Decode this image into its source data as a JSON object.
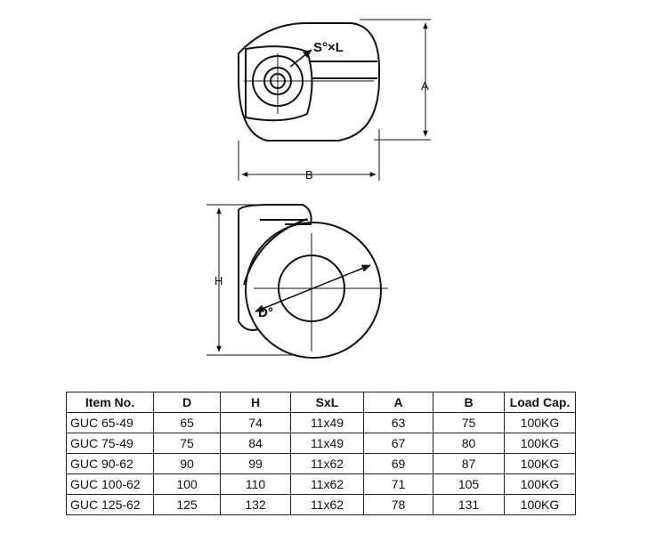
{
  "drawing": {
    "labels": {
      "shaft": "S°×L",
      "width_dim": "A",
      "length_dim": "B",
      "height_dim": "H",
      "diameter_dim": "D°"
    }
  },
  "table": {
    "headers": [
      "Item No.",
      "D",
      "H",
      "SxL",
      "A",
      "B",
      "Load Cap."
    ],
    "rows": [
      [
        "GUC 65-49",
        "65",
        "74",
        "11x49",
        "63",
        "75",
        "100KG"
      ],
      [
        "GUC 75-49",
        "75",
        "84",
        "11x49",
        "67",
        "80",
        "100KG"
      ],
      [
        "GUC 90-62",
        "90",
        "99",
        "11x62",
        "69",
        "87",
        "100KG"
      ],
      [
        "GUC 100-62",
        "100",
        "110",
        "11x62",
        "71",
        "105",
        "100KG"
      ],
      [
        "GUC 125-62",
        "125",
        "132",
        "11x62",
        "78",
        "131",
        "100KG"
      ]
    ]
  }
}
